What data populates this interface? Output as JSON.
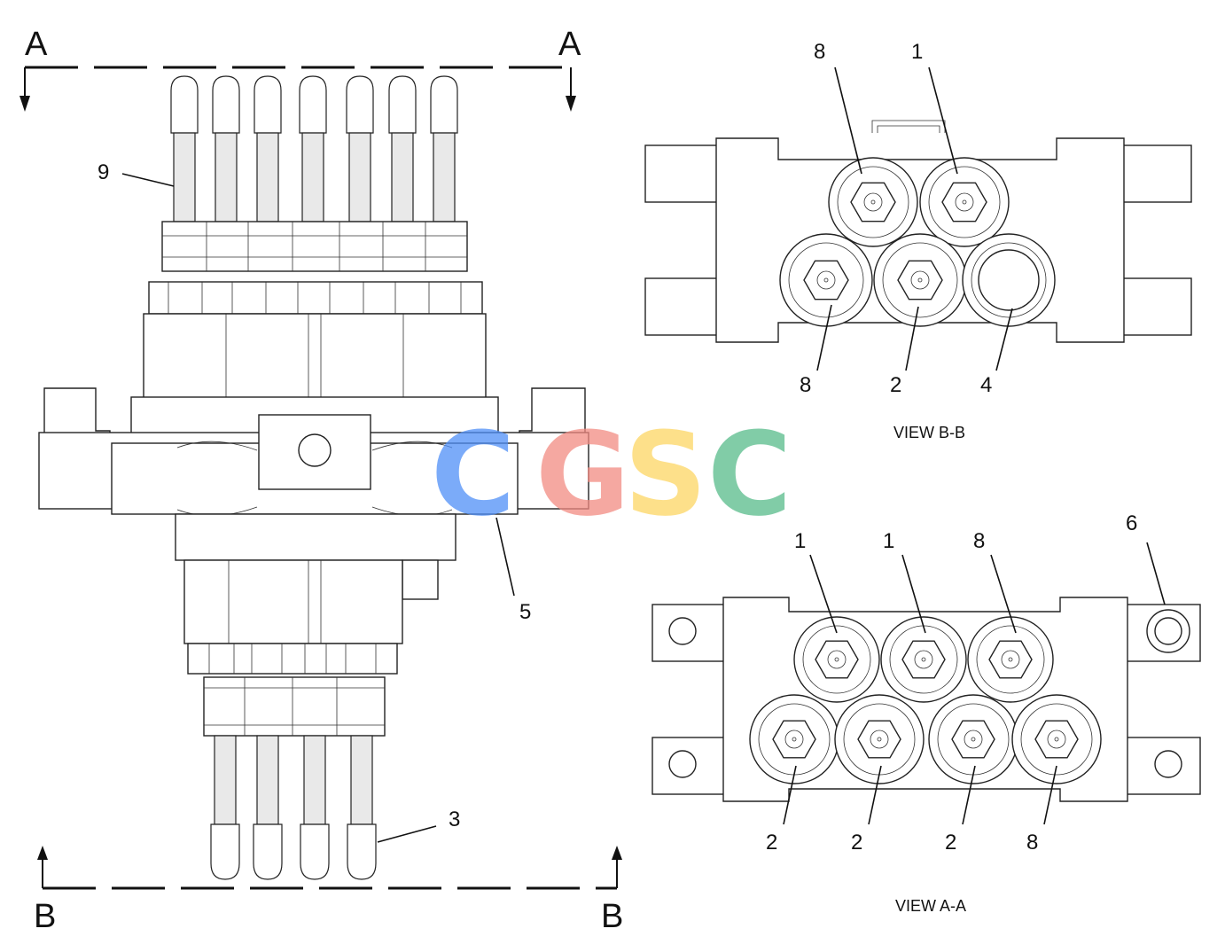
{
  "section_marks": {
    "top_left": "A",
    "top_right": "A",
    "bottom_left": "B",
    "bottom_right": "B"
  },
  "views": {
    "b_b": {
      "title": "VIEW B-B",
      "callouts": [
        "8",
        "1",
        "8",
        "2",
        "4"
      ]
    },
    "a_a": {
      "title": "VIEW A-A",
      "callouts": [
        "1",
        "1",
        "8",
        "6",
        "2",
        "2",
        "2",
        "8"
      ]
    }
  },
  "main_view": {
    "callouts": [
      "9",
      "5",
      "3"
    ]
  },
  "watermark": {
    "letters": [
      "C",
      "G",
      "S",
      "C"
    ],
    "colors": [
      "#4f8ff7",
      "#f28b82",
      "#fdd663",
      "#57bb8a"
    ]
  }
}
